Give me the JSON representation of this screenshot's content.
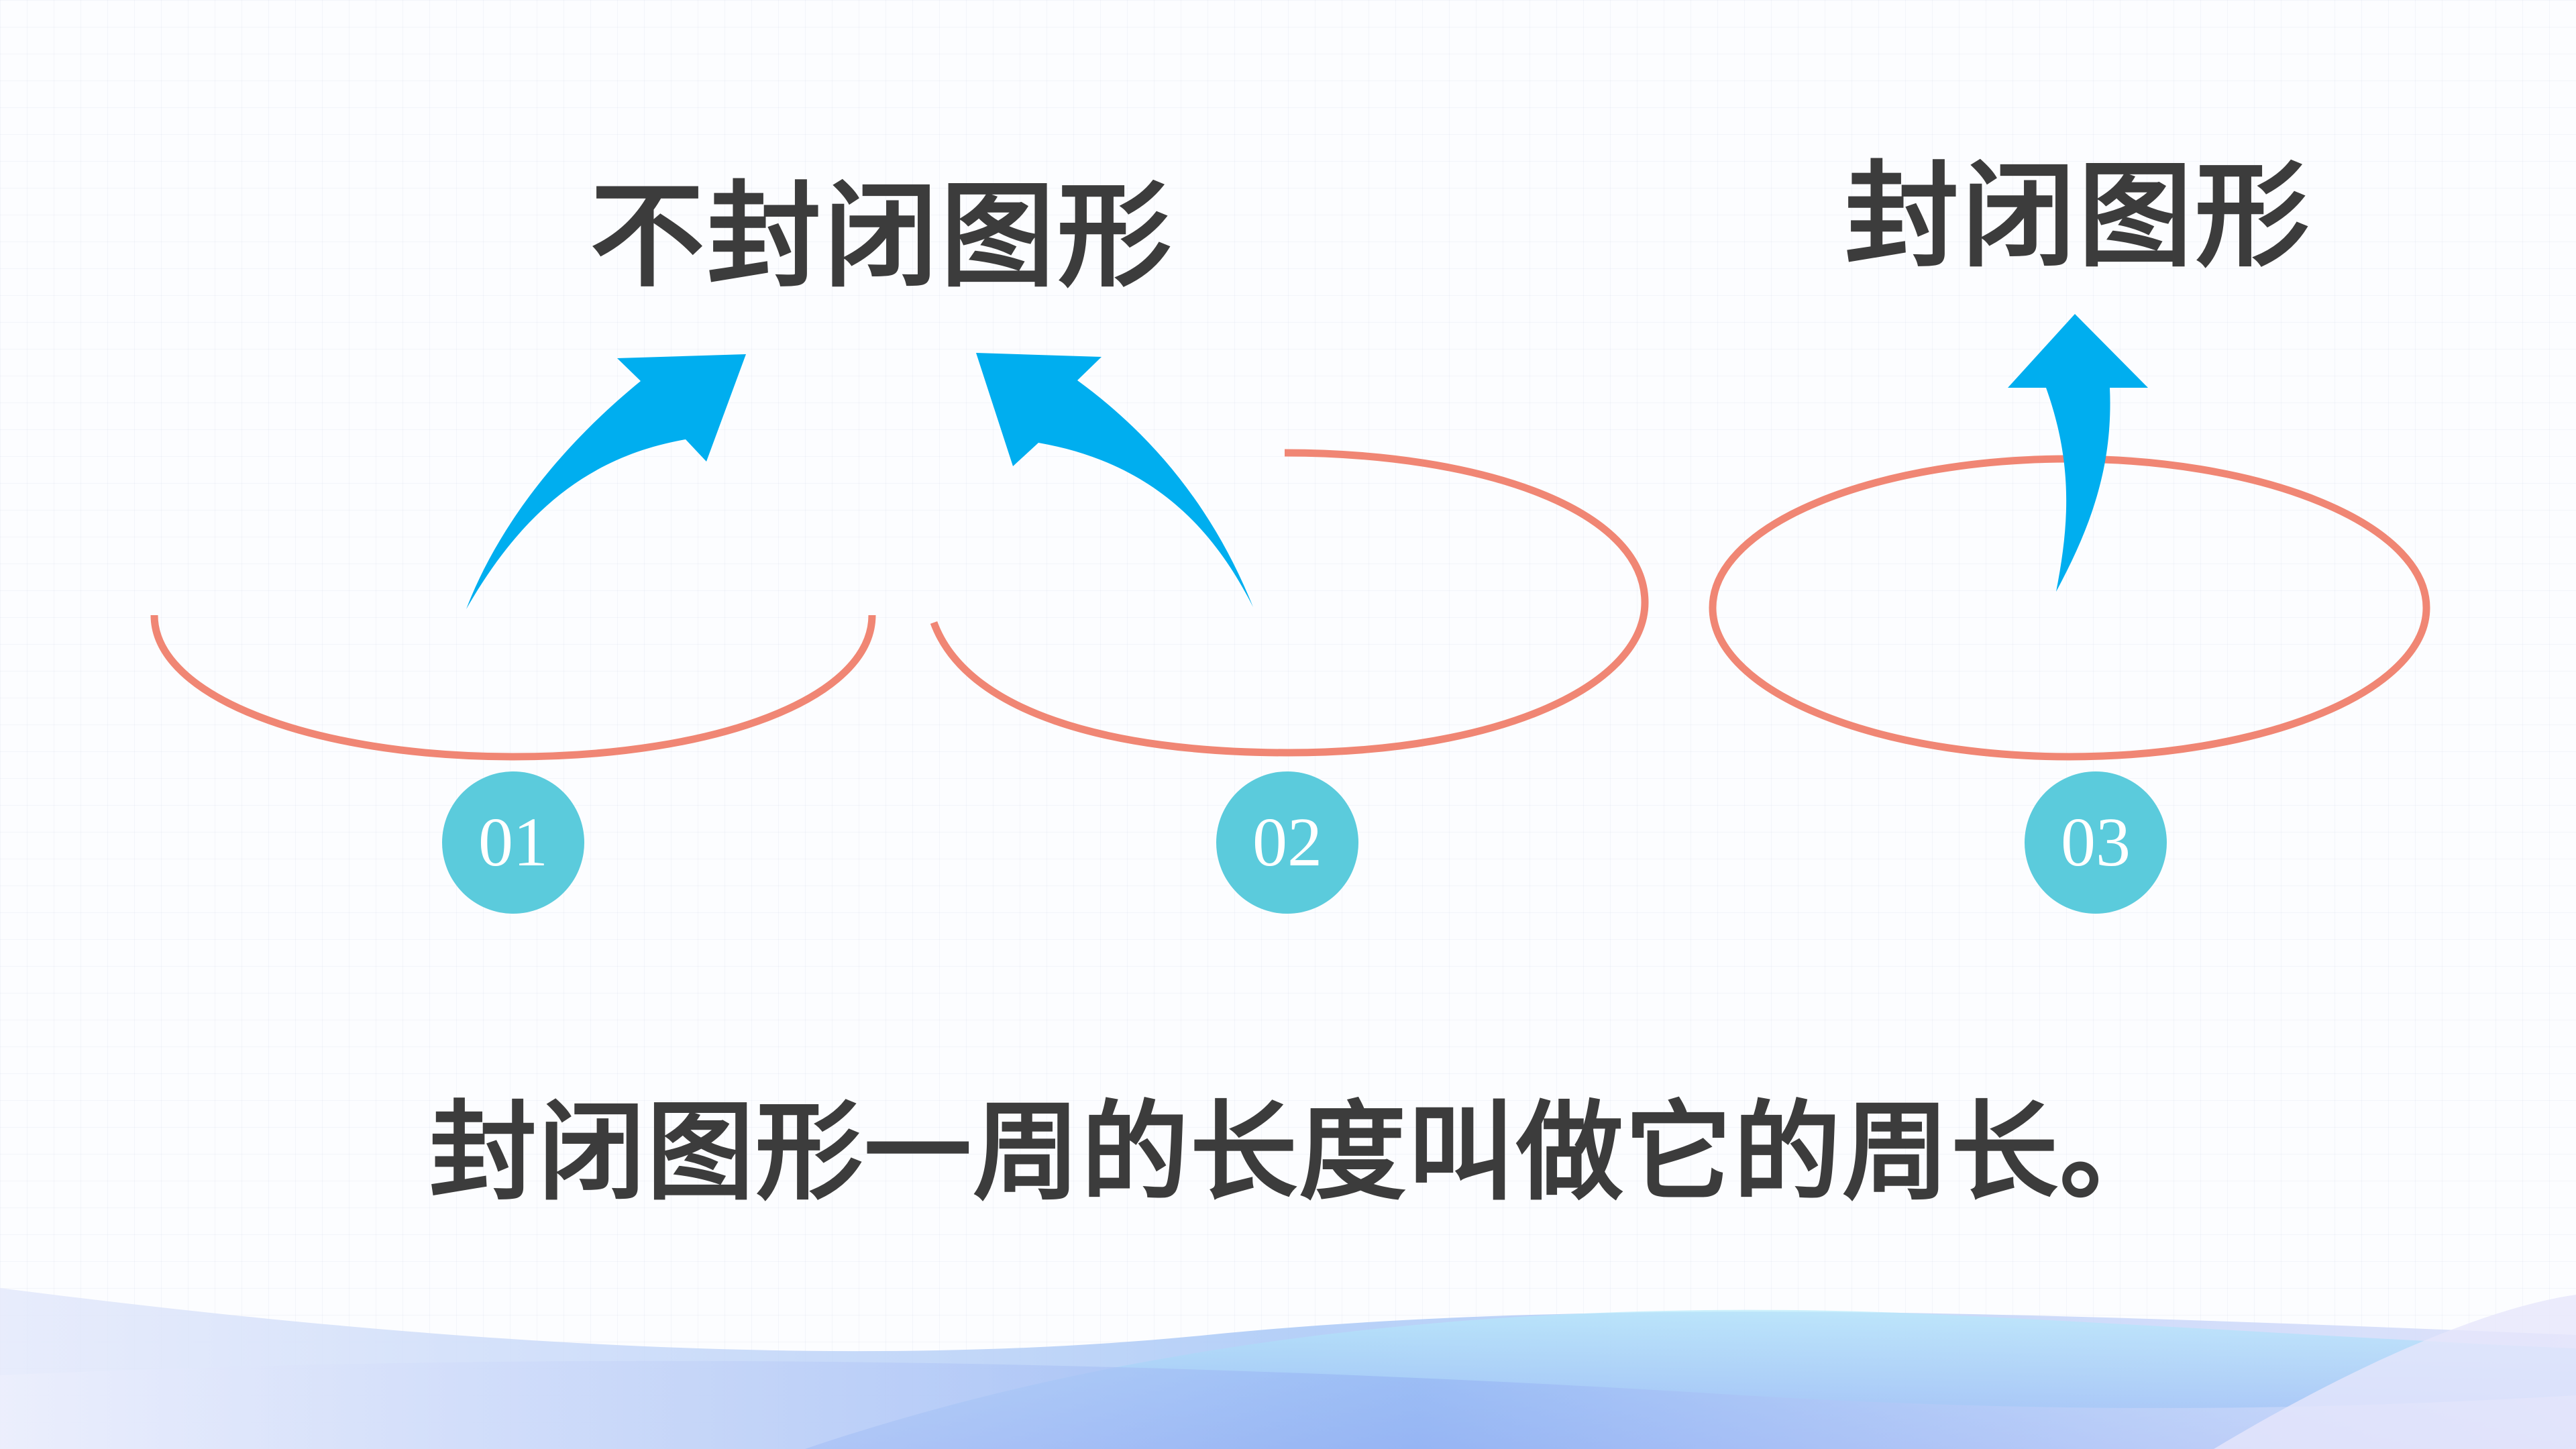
{
  "titles": {
    "open_figure": "不封闭图形",
    "closed_figure": "封闭图形"
  },
  "numbers": [
    "01",
    "02",
    "03"
  ],
  "definition": "封闭图形一周的长度叫做它的周长。",
  "colors": {
    "curve": "#f08674",
    "arrow": "#00aeef",
    "number_badge": "#5bcbdc",
    "text": "#3c3c3c"
  }
}
